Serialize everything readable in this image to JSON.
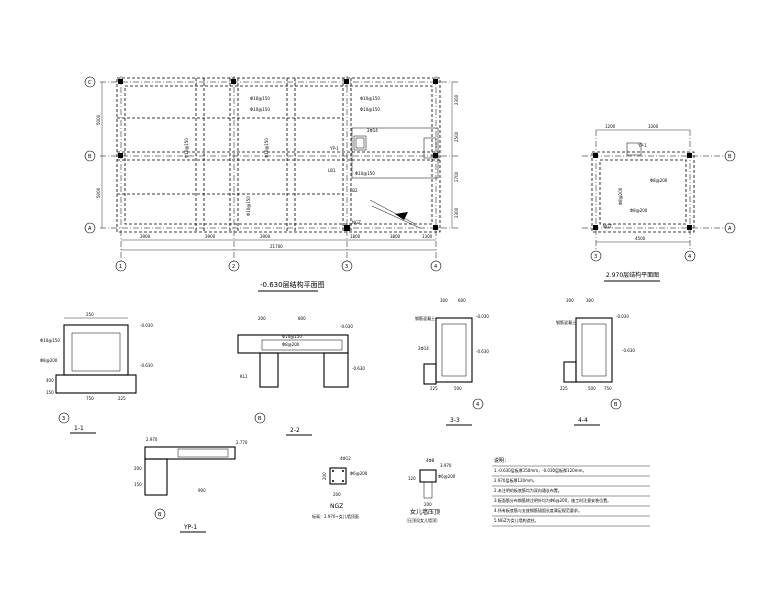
{
  "plan_main": {
    "title": "-0.630层结构平面图",
    "axes_x": [
      "1",
      "2",
      "3",
      "4"
    ],
    "axes_y": [
      "C",
      "B",
      "A"
    ],
    "dims_bottom": [
      "3900",
      "3900",
      "3900",
      "1800",
      "3800",
      "1300"
    ],
    "dim_total": "21700",
    "dims_left": [
      "5000",
      "5000"
    ],
    "dims_right": [
      "2300",
      "2500",
      "2700",
      "2300"
    ],
    "rebar_labels": [
      "Φ10@150",
      "Φ10@150",
      "Φ10@150",
      "Φ10@150",
      "2Φ14",
      "Φ10@150",
      "LB1",
      "LB2",
      "YP-1",
      "NGZ"
    ]
  },
  "plan_small": {
    "title": "2.970层结构平面图",
    "axes_x": [
      "3",
      "4"
    ],
    "axes_y": [
      "B",
      "A"
    ],
    "dims_top": [
      "1200",
      "3300"
    ],
    "dims_bottom": [
      "4500"
    ],
    "labels": [
      "YP-1",
      "NGZ",
      "Φ8@200",
      "Φ8@200",
      "Φ8@200"
    ]
  },
  "sections": [
    {
      "name": "1-1",
      "axis": "3",
      "labels": [
        "250",
        "-0.030",
        "-0.630",
        "Φ10@150",
        "Φ8@200",
        "400",
        "150",
        "750",
        "225"
      ]
    },
    {
      "name": "2-2",
      "axis": "B",
      "labels": [
        "200",
        "800",
        "-0.030",
        "Φ10@150",
        "Φ8@200",
        "KL1",
        "-0.630"
      ]
    },
    {
      "name": "3-3",
      "axis": "4",
      "labels": [
        "300",
        "600",
        "-0.030",
        "-0.630",
        "钢筋混凝土",
        "2Φ14",
        "225",
        "500"
      ]
    },
    {
      "name": "4-4",
      "axis": "B",
      "labels": [
        "300",
        "300",
        "-0.030",
        "-0.630",
        "钢筋混凝土",
        "225",
        "500",
        "750"
      ]
    },
    {
      "name": "YP-1",
      "axis": "B",
      "labels": [
        "2.970",
        "2.770",
        "900",
        "200",
        "150"
      ]
    },
    {
      "name": "NGZ",
      "axis": "",
      "labels": [
        "4Φ12",
        "Φ6@200",
        "200",
        "200",
        "标高：2.970~女儿墙顶面"
      ]
    },
    {
      "name": "女儿墙压顶",
      "axis": "",
      "labels": [
        "4Φ8",
        "Φ6@200",
        "200",
        "120",
        "3.970",
        "（压顶设女儿墙顶）"
      ]
    }
  ],
  "notes": {
    "heading": "说明：",
    "items": [
      "1.-0.630层板厚150mm，-0.030层板厚120mm，",
      "  2.970层板厚120mm。",
      "2.未注明的板底筋均为双向通长布置。",
      "3.板面筋分布钢筋除注明外均为Φ6@200，施工时注意安装位置。",
      "4.所有板底筋与支座钢筋锚固长度满足规范要求。",
      "5.NGZ为女儿墙构造柱。"
    ]
  }
}
